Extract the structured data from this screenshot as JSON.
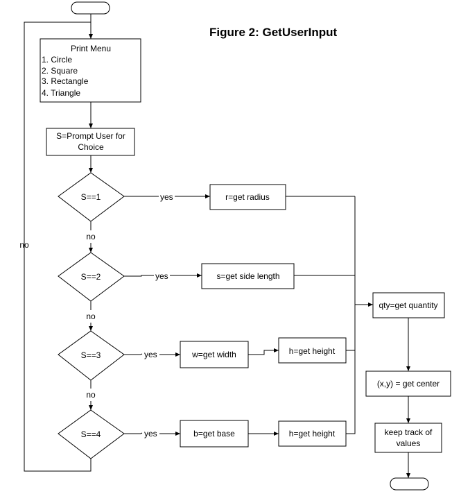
{
  "title": "Figure 2: GetUserInput",
  "nodes": {
    "print_menu": {
      "heading": "Print Menu",
      "items": [
        "1. Circle",
        "2. Square",
        "3. Rectangle",
        "4. Triangle"
      ]
    },
    "prompt": {
      "line1": "S=Prompt User for",
      "line2": "Choice"
    },
    "decisions": [
      "S==1",
      "S==2",
      "S==3",
      "S==4"
    ],
    "r_radius": "r=get radius",
    "s_side": "s=get side length",
    "w_width": "w=get width",
    "h_height_3": "h=get height",
    "b_base": "b=get base",
    "h_height_4": "h=get height",
    "qty": "qty=get quantity",
    "center": "(x,y) = get center",
    "keep_track": {
      "line1": "keep track of",
      "line2": "values"
    }
  },
  "edge_labels": {
    "yes": "yes",
    "no": "no"
  }
}
